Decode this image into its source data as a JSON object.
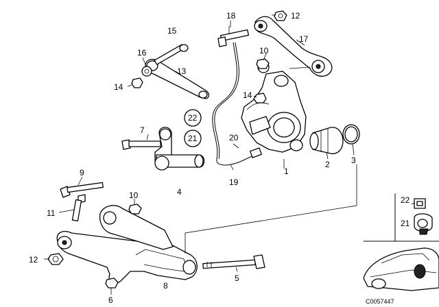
{
  "diagram": {
    "callouts": [
      {
        "id": "c1",
        "text": "1"
      },
      {
        "id": "c2",
        "text": "2"
      },
      {
        "id": "c3",
        "text": "3"
      },
      {
        "id": "c4",
        "text": "4"
      },
      {
        "id": "c5",
        "text": "5"
      },
      {
        "id": "c6",
        "text": "6"
      },
      {
        "id": "c7",
        "text": "7"
      },
      {
        "id": "c8",
        "text": "8"
      },
      {
        "id": "c9",
        "text": "9"
      },
      {
        "id": "c10a",
        "text": "10"
      },
      {
        "id": "c10b",
        "text": "10"
      },
      {
        "id": "c11",
        "text": "11"
      },
      {
        "id": "c12a",
        "text": "12"
      },
      {
        "id": "c12b",
        "text": "12"
      },
      {
        "id": "c13",
        "text": "13"
      },
      {
        "id": "c14a",
        "text": "14"
      },
      {
        "id": "c14b",
        "text": "14"
      },
      {
        "id": "c15",
        "text": "15"
      },
      {
        "id": "c16",
        "text": "16"
      },
      {
        "id": "c17",
        "text": "17"
      },
      {
        "id": "c18",
        "text": "18"
      },
      {
        "id": "c19",
        "text": "19"
      },
      {
        "id": "c20",
        "text": "20"
      },
      {
        "id": "c21",
        "text": "21"
      },
      {
        "id": "c22",
        "text": "22"
      }
    ],
    "inset": {
      "label_22": "22",
      "label_21": "21"
    },
    "image_code": "C0057447"
  }
}
